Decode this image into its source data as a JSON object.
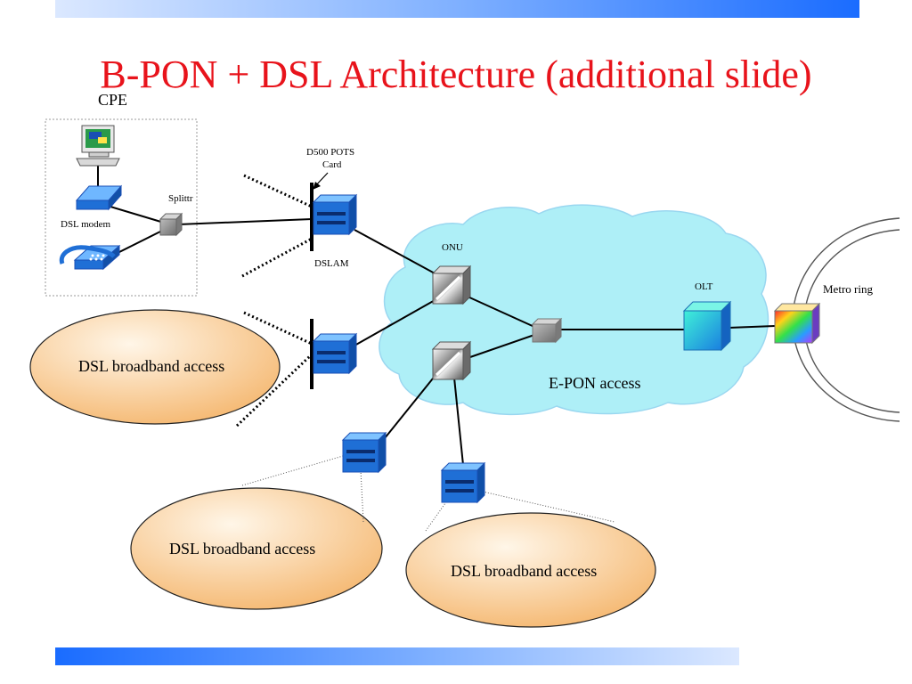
{
  "title": "B-PON + DSL Architecture (additional slide)",
  "labels": {
    "cpe": "CPE",
    "dsl_modem": "DSL modem",
    "splitter": "Splittr",
    "d500_pots_card_line1": "D500 POTS",
    "d500_pots_card_line2": "Card",
    "dslam": "DSLAM",
    "onu": "ONU",
    "olt": "OLT",
    "metro_ring": "Metro ring",
    "epon_access": "E-PON access",
    "dsl_access_left": "DSL broadband access",
    "dsl_access_bottom_left": "DSL broadband access",
    "dsl_access_bottom_right": "DSL broadband access"
  },
  "colors": {
    "title": "#e8131b",
    "cloud": "#aeeff7",
    "ellipse_fill_light": "#fff3e0",
    "ellipse_fill_dark": "#f5b871",
    "dslam_blue": "#1f6fd6",
    "olt_cyan": "#22b8e8"
  },
  "icons": [
    "computer-icon",
    "dsl-modem-icon",
    "telephone-icon",
    "splitter-icon",
    "dslam-icon",
    "onu-icon",
    "olt-icon",
    "metro-switch-icon"
  ]
}
